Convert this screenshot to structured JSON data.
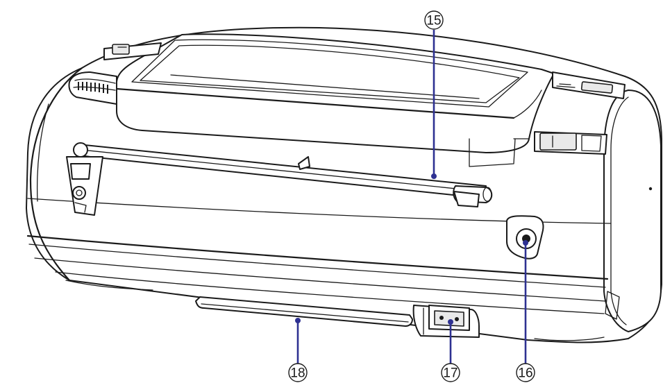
{
  "callouts": [
    {
      "id": "15",
      "label": "15",
      "part": "fm-antenna"
    },
    {
      "id": "16",
      "label": "16",
      "part": "dc-in-socket"
    },
    {
      "id": "17",
      "label": "17",
      "part": "ac-power-socket"
    },
    {
      "id": "18",
      "label": "18",
      "part": "battery-compartment"
    }
  ],
  "colors": {
    "line": "#1a1a1a",
    "leader": "#2e3192",
    "background": "#ffffff"
  }
}
